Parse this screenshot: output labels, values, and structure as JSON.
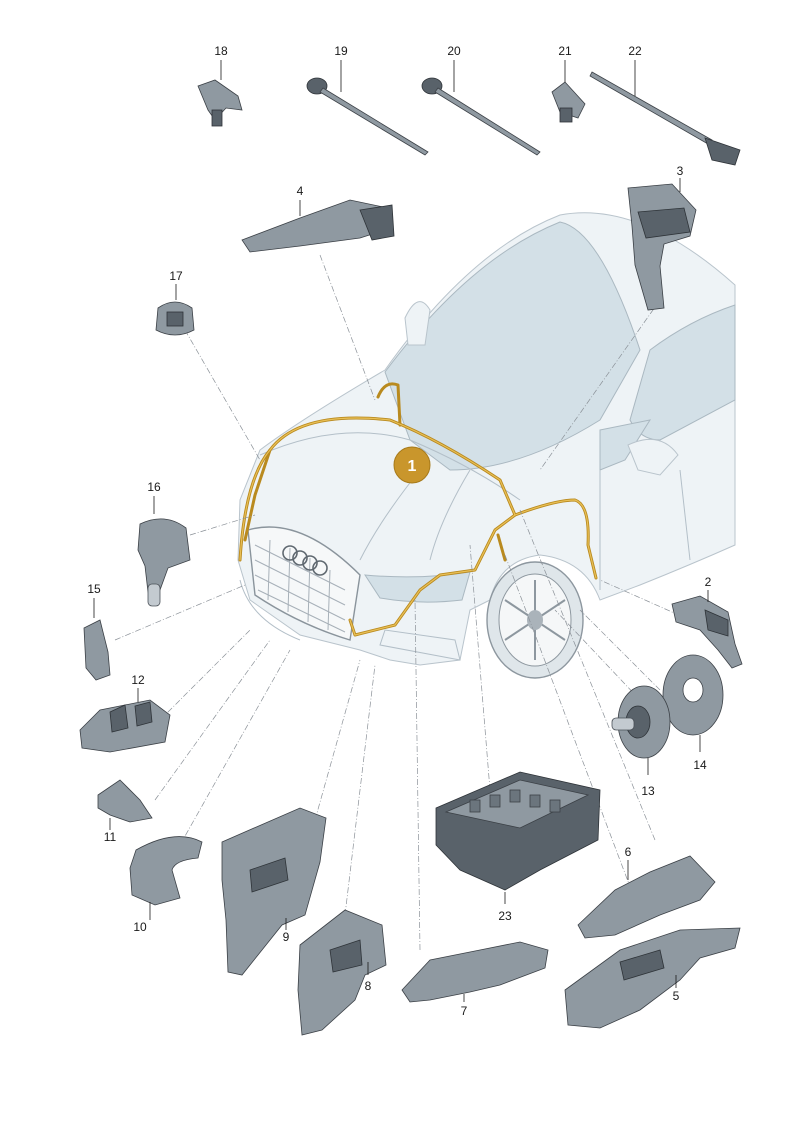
{
  "diagram": {
    "main_callout": "1",
    "callouts": [
      "18",
      "19",
      "20",
      "21",
      "22",
      "4",
      "3",
      "17",
      "16",
      "15",
      "12",
      "11",
      "10",
      "9",
      "8",
      "7",
      "23",
      "6",
      "5",
      "2",
      "14",
      "13"
    ],
    "colors": {
      "harness": "#b98a1f",
      "callout_fill": "#c9962c",
      "part": "#8f99a1",
      "car_body": "#eef3f6"
    }
  }
}
